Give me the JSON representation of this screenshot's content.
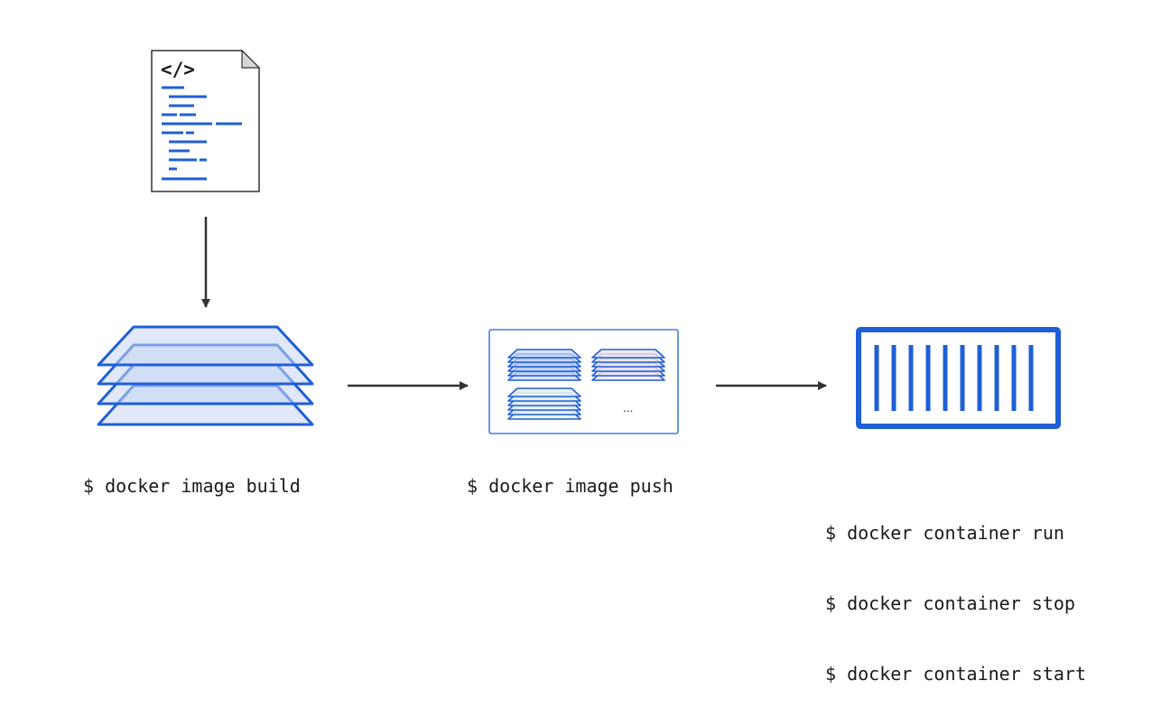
{
  "source_file": {
    "icon": "code-file-icon",
    "tag_text": "</>"
  },
  "registry": {
    "ellipsis": "..."
  },
  "commands": {
    "build": "$ docker image build",
    "push": "$ docker image push",
    "container": [
      "$ docker container run",
      "$ docker container stop",
      "$ docker container start"
    ]
  },
  "colors": {
    "blue": "#1f5fd6",
    "layer_fill": "#c7d6f4",
    "arrow": "#333333",
    "pink_fill": "#f1e3ee",
    "text": "#1a1a1a"
  }
}
